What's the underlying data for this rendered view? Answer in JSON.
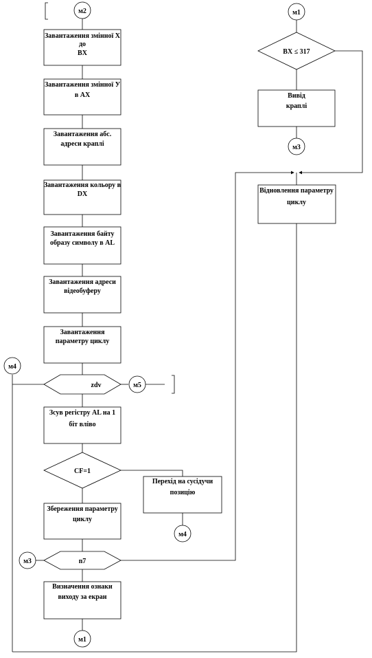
{
  "connectors": {
    "m2_top": "м2",
    "m1_top": "м1",
    "m3_right": "м3",
    "m4_left": "м4",
    "m5_right": "м5",
    "m4_mid": "м4",
    "m3_left": "м3",
    "m1_bottom": "м1"
  },
  "blocks": {
    "b1": [
      "Завантаження змінної X",
      "до",
      "BX"
    ],
    "b2": [
      "Завантаження змінної У",
      "в AX"
    ],
    "b3": [
      "Завантаження абс.",
      "адреси краплі"
    ],
    "b4": [
      "Завантаження кольору в",
      "DX"
    ],
    "b5": [
      "Завантаження байту",
      "образу символу в AL"
    ],
    "b6": [
      "Завантаження адреси",
      "відеобуферу"
    ],
    "b7": [
      "Завантаження",
      "параметру циклу"
    ],
    "b8": [
      "Зсув регістру AL на 1",
      "біт вліво"
    ],
    "b9": [
      "Перехід на сусідучи",
      "позицію"
    ],
    "b10": [
      "Збереження параметру",
      "циклу"
    ],
    "b11": [
      "Визначення ознаки",
      "виходу за екран"
    ],
    "r1": [
      "Вивід",
      "краплі"
    ],
    "r2": [
      "Відновлення параметру",
      "циклу"
    ]
  },
  "decisions": {
    "d1": "BX ≤ 317",
    "d2": "CF=1"
  },
  "loops": {
    "l1": "zdv",
    "l2": "n7"
  }
}
